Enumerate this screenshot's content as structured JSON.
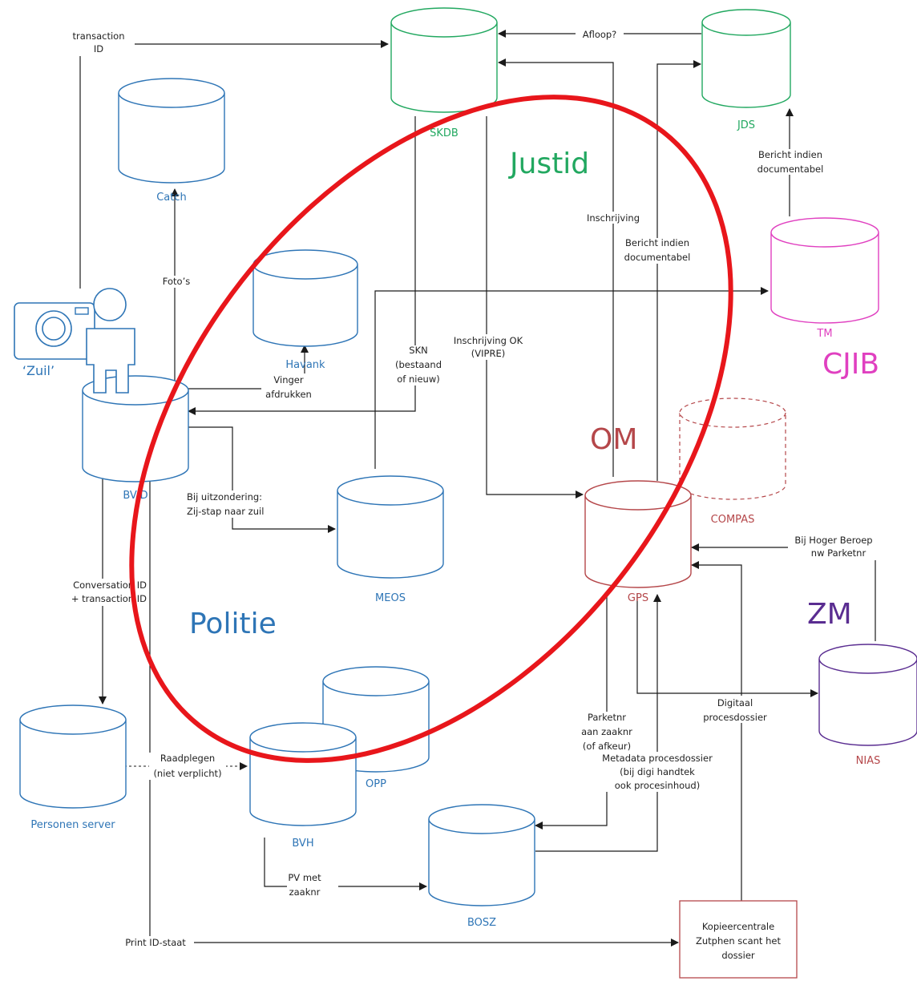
{
  "zones": {
    "justid": "Justid",
    "cjib": "CJIB",
    "om": "OM",
    "zm": "ZM",
    "politie": "Politie"
  },
  "nodes": {
    "skdb": "SKDB",
    "catch": "Catch",
    "havank": "Havank",
    "tm": "TM",
    "jds": "JDS",
    "bvid": "BVID",
    "meos": "MEOS",
    "gps": "GPS",
    "compas": "COMPAS",
    "nias": "NIAS",
    "opp": "OPP",
    "bvh": "BVH",
    "bosz": "BOSZ",
    "personen_server": "Personen server",
    "zuil": "‘Zuil’",
    "kopieercentrale": [
      "Kopieercentrale",
      "Zutphen scant het",
      "dossier"
    ]
  },
  "edges": {
    "transaction_id": [
      "transaction",
      "ID"
    ],
    "afloop": "Afloop?",
    "fotos": "Foto’s",
    "vinger": [
      "Vinger",
      "afdrukken"
    ],
    "inschrijving": "Inschrijving",
    "bericht_tm": [
      "Bericht indien",
      "documentabel"
    ],
    "bericht_gps": [
      "Bericht indien",
      "documentabel"
    ],
    "skn": [
      "SKN",
      "(bestaand",
      "of nieuw)"
    ],
    "inschrijving_ok": [
      "Inschrijving OK",
      "(VIPRE)"
    ],
    "bij_uitzondering": [
      "Bij uitzondering:",
      "Zij-stap naar zuil"
    ],
    "conversation": [
      "Conversation ID",
      "+ transaction ID"
    ],
    "hoger_beroep": [
      "Bij Hoger Beroep",
      "nw Parketnr"
    ],
    "raadplegen": [
      "Raadplegen",
      "(niet verplicht)"
    ],
    "parketnr": [
      "Parketnr",
      "aan zaaknr",
      "(of afkeur)"
    ],
    "metadata": [
      "Metadata procesdossier",
      "(bij digi handtek",
      "ook procesinhoud)"
    ],
    "digitaal": [
      "Digitaal",
      "procesdossier"
    ],
    "pv": [
      "PV met",
      "zaaknr"
    ],
    "print": "Print ID-staat"
  },
  "colors": {
    "politie": "#2E75B6",
    "justid": "#22A860",
    "cjib": "#E040C0",
    "om": "#B5474A",
    "zm": "#5A2D91",
    "highlight": "#E8161B"
  }
}
